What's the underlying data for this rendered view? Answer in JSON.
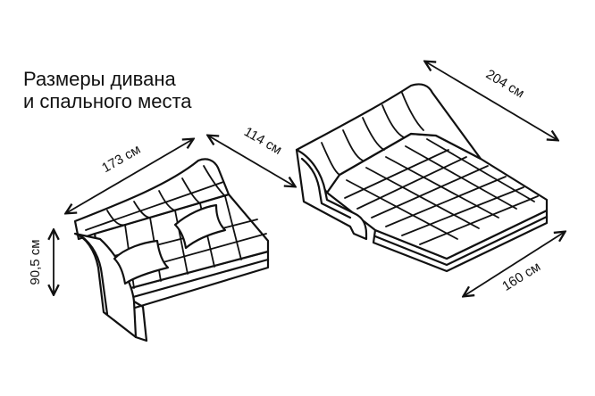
{
  "title": {
    "line1": "Размеры дивана",
    "line2": "и спального места"
  },
  "dimensions": {
    "sofa_width": "173 см",
    "sofa_depth": "114 см",
    "sofa_height": "90,5 см",
    "bed_length": "204 см",
    "bed_width": "160 см"
  },
  "colors": {
    "ink": "#111111",
    "background": "#ffffff"
  }
}
